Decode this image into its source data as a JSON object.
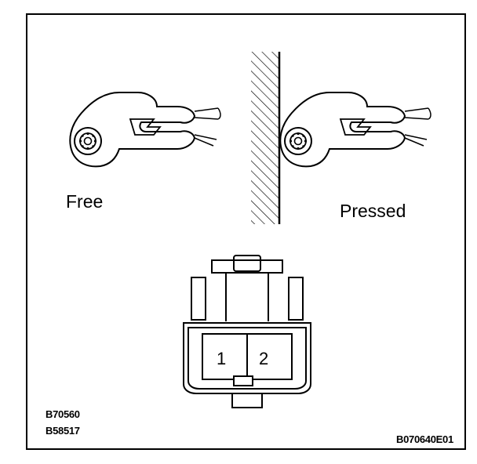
{
  "labels": {
    "free": "Free",
    "pressed": "Pressed"
  },
  "connector": {
    "pins": [
      "1",
      "2"
    ]
  },
  "codes": {
    "left_top": "B70560",
    "left_bottom": "B58517",
    "right": "B070640E01"
  }
}
